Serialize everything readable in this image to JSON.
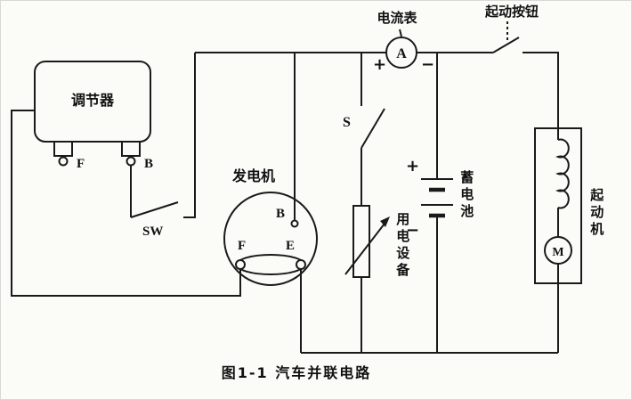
{
  "diagram": {
    "caption": "图1-1 汽车并联电路",
    "regulator": {
      "label": "调节器",
      "terminal_f": "F",
      "terminal_b": "B"
    },
    "ignition_switch": {
      "label": "SW"
    },
    "generator": {
      "label": "发电机",
      "terminal_b": "B",
      "terminal_f": "F",
      "terminal_e": "E"
    },
    "ammeter": {
      "label": "电流表",
      "symbol": "A",
      "plus": "+",
      "minus": "−"
    },
    "load_switch": {
      "label": "S"
    },
    "load": {
      "label": "用电设备"
    },
    "battery": {
      "label": "蓄电池",
      "plus": "+",
      "minus": "−"
    },
    "start_button": {
      "label": "起动按钮"
    },
    "starter_motor": {
      "label": "起动机",
      "symbol": "M"
    }
  },
  "colors": {
    "line": "#1a1a1a",
    "background": "#fbfbf8"
  }
}
